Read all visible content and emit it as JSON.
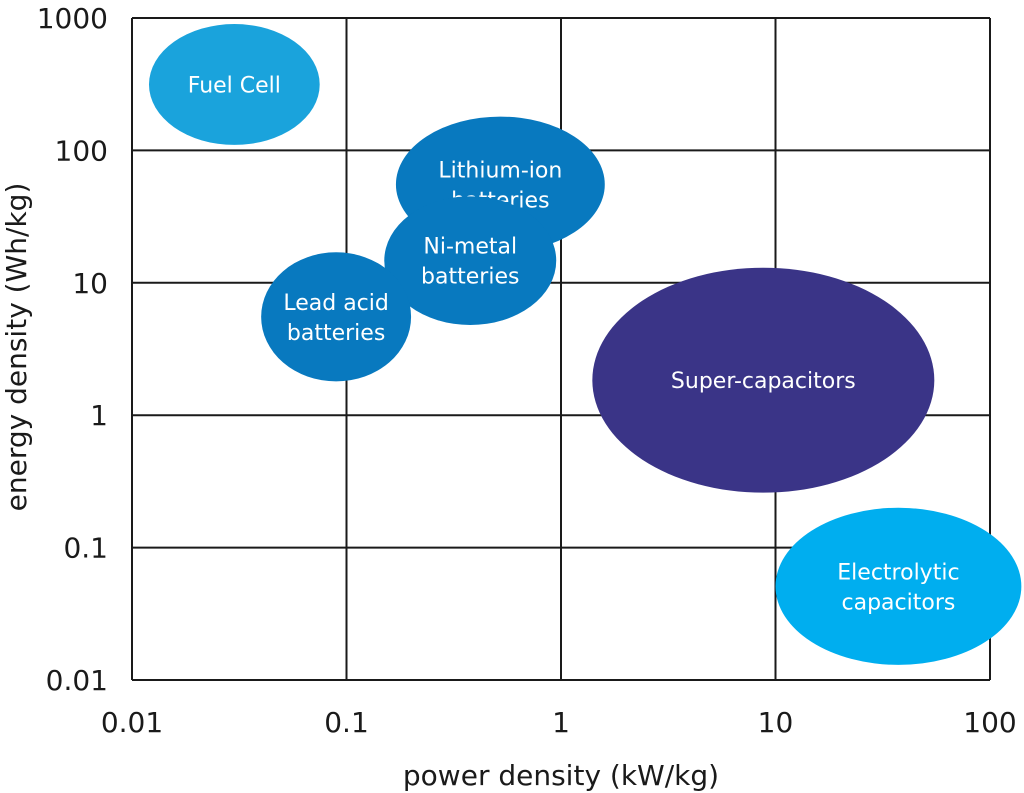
{
  "chart_data": {
    "type": "scatter",
    "xlabel": "power density (kW/kg)",
    "ylabel": "energy density (Wh/kg)",
    "x_scale": "log",
    "y_scale": "log",
    "xlim": [
      0.01,
      100
    ],
    "ylim": [
      0.01,
      1000
    ],
    "grid": true,
    "x_ticks": [
      "0.01",
      "0.1",
      "1",
      "10",
      "100"
    ],
    "y_ticks": [
      "0.01",
      "0.1",
      "1",
      "10",
      "100",
      "1000"
    ],
    "regions": [
      {
        "name": "Fuel Cell",
        "lines": [
          "Fuel Cell"
        ],
        "x_range": [
          0.012,
          0.075
        ],
        "y_range": [
          110,
          900
        ],
        "color": "#1aa3dc"
      },
      {
        "name": "Lithium-ion batteries",
        "lines": [
          "Lithium-ion",
          "batteries"
        ],
        "x_range": [
          0.17,
          1.6
        ],
        "y_range": [
          17,
          180
        ],
        "color": "#0879bf"
      },
      {
        "name": "Ni-metal batteries",
        "lines": [
          "Ni-metal",
          "batteries"
        ],
        "x_range": [
          0.15,
          0.95
        ],
        "y_range": [
          4.8,
          45
        ],
        "color": "#0879bf"
      },
      {
        "name": "Lead acid batteries",
        "lines": [
          "Lead acid",
          "batteries"
        ],
        "x_range": [
          0.04,
          0.2
        ],
        "y_range": [
          1.8,
          17
        ],
        "color": "#0879bf"
      },
      {
        "name": "Super-capacitors",
        "lines": [
          "Super-capacitors"
        ],
        "x_range": [
          1.4,
          55
        ],
        "y_range": [
          0.26,
          13
        ],
        "color": "#3a3487"
      },
      {
        "name": "Electrolytic capacitors",
        "lines": [
          "Electrolytic",
          "capacitors"
        ],
        "x_range": [
          10,
          140
        ],
        "y_range": [
          0.013,
          0.2
        ],
        "color": "#00aeef"
      }
    ]
  }
}
